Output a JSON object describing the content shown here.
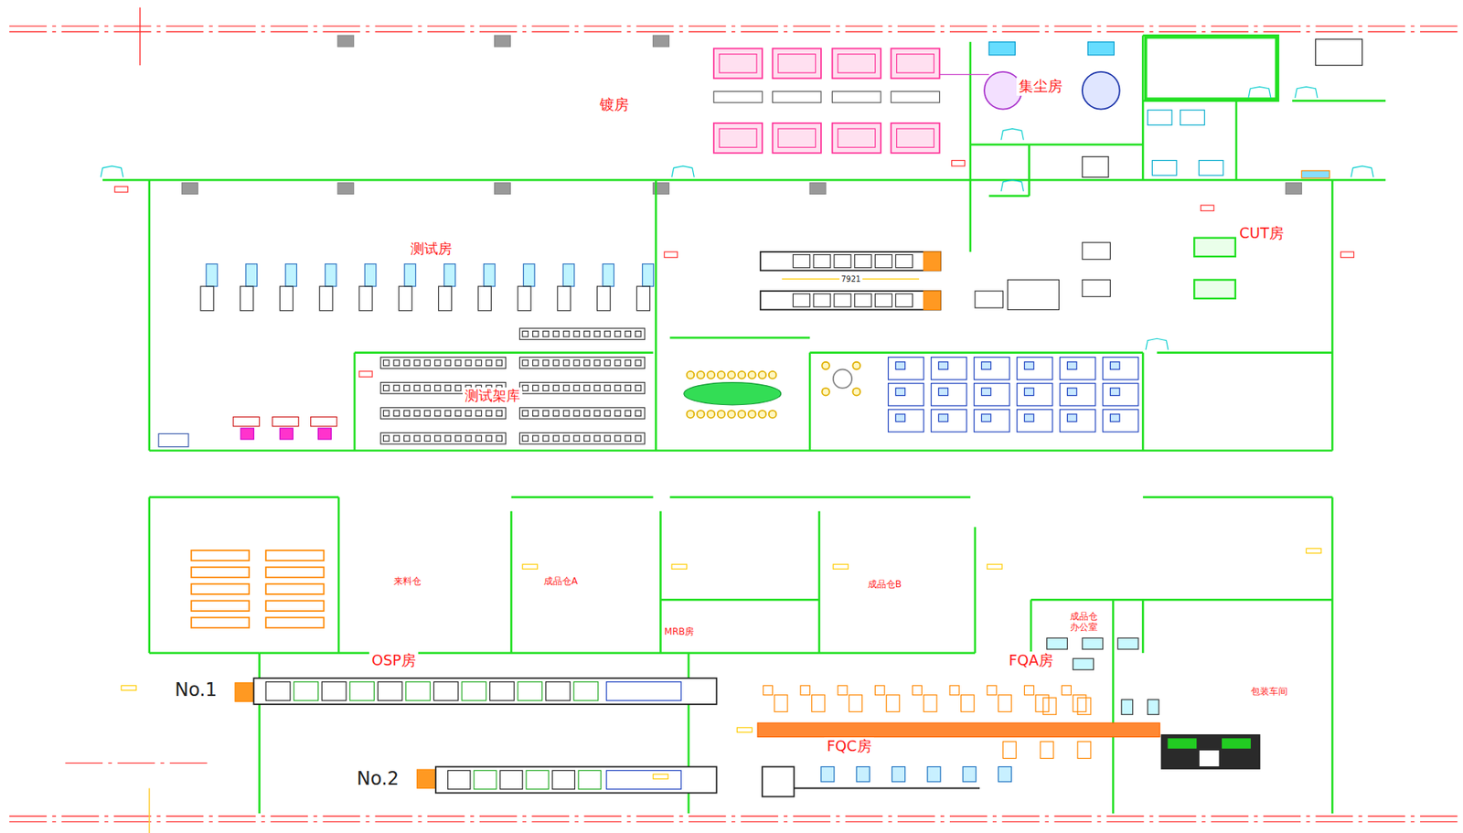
{
  "diagram": {
    "nodes": [
      {
        "text": [
          "镀房"
        ]
      },
      {
        "text": [
          "集尘房"
        ]
      },
      {
        "text": [
          "CUT房"
        ]
      },
      {
        "text": [
          "测试房"
        ]
      },
      {
        "text": [
          "测试架库"
        ]
      },
      {
        "text": [
          "来料仓"
        ]
      },
      {
        "text": [
          "成品仓A"
        ]
      },
      {
        "text": [
          "成品仓B"
        ]
      },
      {
        "text": [
          "MRB房"
        ]
      },
      {
        "text": [
          "成品仓 办公室"
        ]
      },
      {
        "text": [
          "OSP房"
        ]
      },
      {
        "text": [
          "FQA房"
        ]
      },
      {
        "text": [
          "FQC房"
        ]
      },
      {
        "text": [
          "包装车间"
        ]
      }
    ],
    "labels": [
      "7921",
      "No.1",
      "No.2"
    ]
  }
}
